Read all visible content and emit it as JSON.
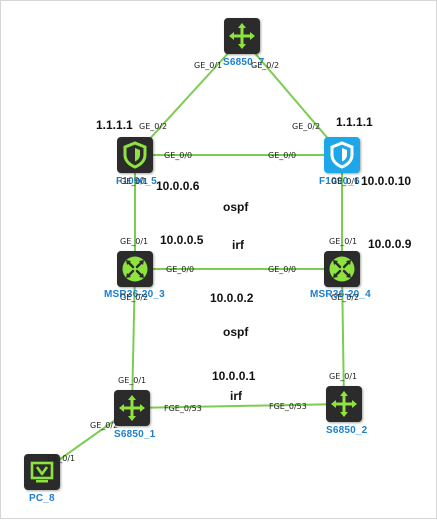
{
  "colors": {
    "link": "#7ccc52",
    "device_bg": "#2b2b2b",
    "device_icon": "#8ee33f",
    "firewall_blue": "#1ea7e8",
    "label": "#1b7fd0"
  },
  "devices": {
    "s6850_7": {
      "name": "S6850_7",
      "icon": "switch-icon"
    },
    "f1090_5": {
      "name": "F1090_5",
      "icon": "shield-icon"
    },
    "f1090_6": {
      "name": "F1090_6",
      "icon": "shield-icon"
    },
    "msr_3": {
      "name": "MSR36-20_3",
      "icon": "router-icon"
    },
    "msr_4": {
      "name": "MSR36-20_4",
      "icon": "router-icon"
    },
    "s6850_1": {
      "name": "S6850_1",
      "icon": "switch-icon"
    },
    "s6850_2": {
      "name": "S6850_2",
      "icon": "switch-icon"
    },
    "pc_8": {
      "name": "PC_8",
      "icon": "monitor-icon"
    }
  },
  "ports": {
    "s7_left": "GE_0/1",
    "s7_right": "GE_0/2",
    "f5_up": "GE_0/2",
    "f6_up": "GE_0/2",
    "f5_right": "GE_0/0",
    "f6_left": "GE_0/0",
    "f5_down": "GE_0/1",
    "f6_down": "GE_0/1",
    "m3_up": "GE_0/1",
    "m4_up": "GE_0/1",
    "m3_right": "GE_0/0",
    "m4_left": "GE_0/0",
    "m3_down": "GE_0/2",
    "m4_down": "GE_0/2",
    "s1_up": "GE_0/1",
    "s2_up": "GE_0/1",
    "s1_right": "FGE_0/53",
    "s2_left": "FGE_0/53",
    "s1_pc": "GE_0/2",
    "pc_port": "GE_0/1"
  },
  "annotations": {
    "f5_loopback": "1.1.1.1",
    "f6_loopback": "1.1.1.1",
    "f5_ip": "10.0.0.6",
    "f6_ip": "10.0.0.10",
    "ospf_top": "ospf",
    "m3_ip": "10.0.0.5",
    "irf_top": "irf",
    "m4_ip": "10.0.0.9",
    "m_vip": "10.0.0.2",
    "ospf_bottom": "ospf",
    "s_vip": "10.0.0.1",
    "irf_bottom": "irf"
  }
}
